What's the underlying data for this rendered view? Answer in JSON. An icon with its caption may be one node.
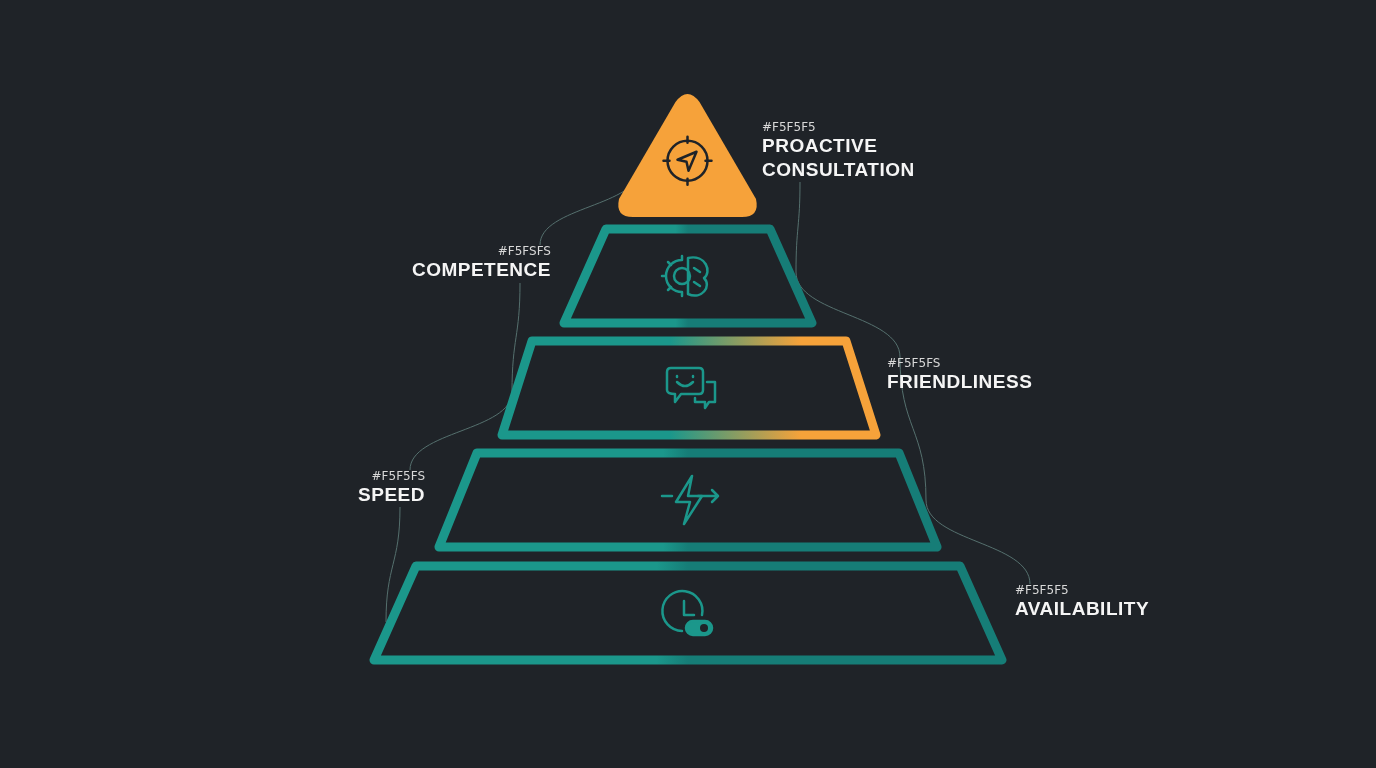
{
  "diagram": {
    "nodes": [
      {
        "text": [],
        "shape": "triangle"
      },
      {
        "text": [
          "#F5F5F5",
          "PROACTIVE CONSULTATION"
        ]
      },
      {
        "text": [
          "#F5FSFS",
          "COMPETENCE"
        ]
      },
      {
        "text": [],
        "shape": "trapezoid"
      },
      {
        "text": [],
        "shape": "trapezoid"
      },
      {
        "text": [
          "#F5F5FS",
          "FRIENDLINESS"
        ]
      },
      {
        "text": [
          "#F5F5FS",
          "SPEED"
        ]
      },
      {
        "text": [],
        "shape": "trapezoid"
      },
      {
        "text": [],
        "shape": "trapezoid"
      },
      {
        "text": [
          "#F5F5F5",
          "AVAILABILITY"
        ]
      }
    ],
    "edges": [
      {
        "from": 1,
        "to": 3,
        "arrow": "none"
      },
      {
        "from": 0,
        "to": 2,
        "arrow": "none"
      },
      {
        "from": 3,
        "to": 5,
        "arrow": "none"
      },
      {
        "from": 2,
        "to": 4,
        "arrow": "none"
      },
      {
        "from": 4,
        "to": 6,
        "arrow": "none"
      },
      {
        "from": 5,
        "to": 7,
        "arrow": "none"
      },
      {
        "from": 7,
        "to": 9,
        "arrow": "none"
      },
      {
        "from": 6,
        "to": 8,
        "arrow": "none"
      }
    ]
  }
}
